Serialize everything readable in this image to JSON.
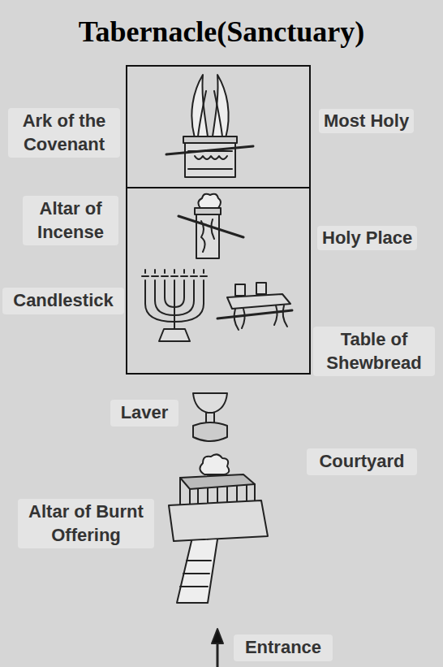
{
  "diagram": {
    "title": "Tabernacle(Sanctuary)",
    "nodes": [
      {
        "text": [
          "Most Holy"
        ]
      },
      {
        "text": [
          "Holy Place"
        ]
      }
    ],
    "labels": [
      "Ark of the Covenant",
      "Altar of Incense",
      "Candlestick",
      "Table of Shewbread",
      "Laver",
      "Courtyard",
      "Altar of Burnt Offering",
      "Entrance"
    ]
  }
}
